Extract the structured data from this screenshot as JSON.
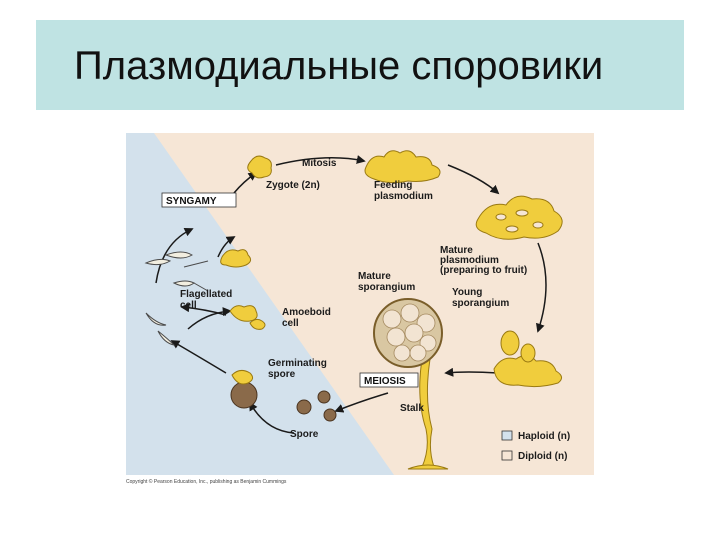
{
  "title": "Плазмодиальные споровики",
  "diagram": {
    "labels": {
      "mitosis": "Mitosis",
      "syngamy": "SYNGAMY",
      "zygote": "Zygote (2n)",
      "feeding_plasmodium_1": "Feeding",
      "feeding_plasmodium_2": "plasmodium",
      "mature_plasmodium_1": "Mature",
      "mature_plasmodium_2": "plasmodium",
      "mature_plasmodium_3": "(preparing to fruit)",
      "mature_sporangium_1": "Mature",
      "mature_sporangium_2": "sporangium",
      "young_sporangium_1": "Young",
      "young_sporangium_2": "sporangium",
      "flagellated_cell_1": "Flagellated",
      "flagellated_cell_2": "cell",
      "amoeboid_cell_1": "Amoeboid",
      "amoeboid_cell_2": "cell",
      "germinating_spore_1": "Germinating",
      "germinating_spore_2": "spore",
      "meiosis": "MEIOSIS",
      "stalk": "Stalk",
      "spore": "Spore"
    },
    "legend": {
      "haploid": "Haploid (n)",
      "diploid": "Diploid (n)"
    },
    "colors": {
      "haploid_bg": "#d3e1ec",
      "diploid_bg": "#f6e6d6",
      "organism": "#f0cd3d",
      "organism_outline": "#9a7a12",
      "arrow": "#1a1a1a"
    }
  },
  "copyright": "Copyright © Pearson Education, Inc., publishing as Benjamin Cummings"
}
